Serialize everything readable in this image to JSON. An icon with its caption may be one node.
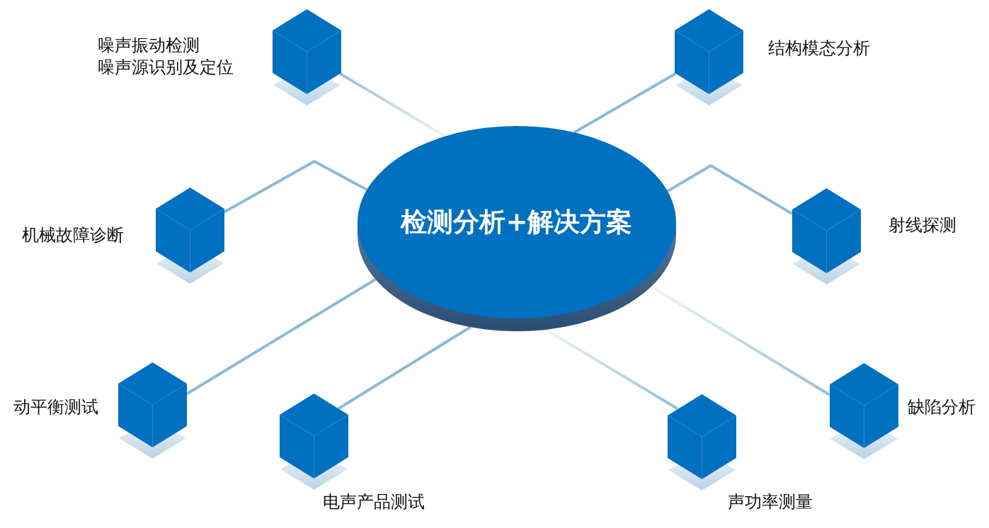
{
  "diagram": {
    "nodes": [
      {
        "text": [
          "检测分析+解决方案"
        ]
      },
      {
        "text": [],
        "shape": "cube",
        "beside": [
          "噪声振动检测",
          "噪声源识别及定位"
        ]
      },
      {
        "text": [],
        "shape": "cube",
        "beside": [
          "结构模态分析"
        ]
      },
      {
        "text": [],
        "shape": "cube",
        "beside": [
          "机械故障诊断"
        ]
      },
      {
        "text": [],
        "shape": "cube",
        "beside": [
          "射线探测"
        ]
      },
      {
        "text": [],
        "shape": "cube",
        "beside": [
          "动平衡测试"
        ]
      },
      {
        "text": [],
        "shape": "cube",
        "beside": [
          "电声产品测试"
        ]
      },
      {
        "text": [],
        "shape": "cube",
        "beside": [
          "声功率测量"
        ]
      },
      {
        "text": [],
        "shape": "cube",
        "beside": [
          "缺陷分析"
        ]
      }
    ],
    "edges": [
      {
        "from": 0,
        "to": 1,
        "arrow": "none"
      },
      {
        "from": 0,
        "to": 2,
        "arrow": "none"
      },
      {
        "from": 0,
        "to": 3,
        "arrow": "none"
      },
      {
        "from": 0,
        "to": 4,
        "arrow": "none"
      },
      {
        "from": 0,
        "to": 5,
        "arrow": "none"
      },
      {
        "from": 0,
        "to": 6,
        "arrow": "none"
      },
      {
        "from": 0,
        "to": 7,
        "arrow": "none"
      },
      {
        "from": 0,
        "to": 8,
        "arrow": "none"
      }
    ]
  }
}
